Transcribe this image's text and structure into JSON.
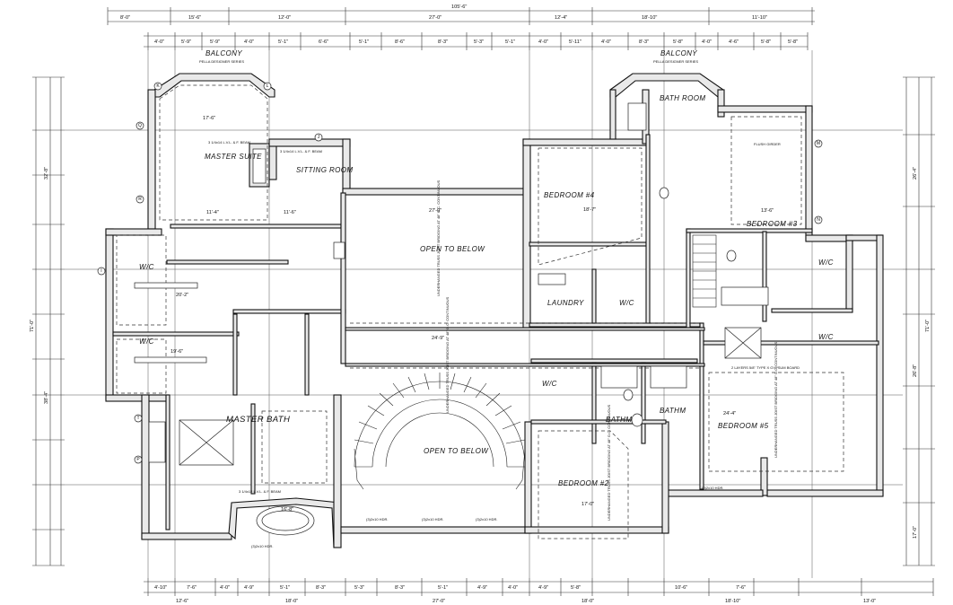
{
  "rooms": {
    "master_suite": "MASTER SUITE",
    "sitting_room": "SITTING ROOM",
    "open_to_below_top": "OPEN TO BELOW",
    "open_to_below_stair": "OPEN TO BELOW",
    "wic_1": "W/C",
    "wic_2": "W/C",
    "master_bath": "MASTER BATH",
    "bedroom_4": "BEDROOM #4",
    "bedroom_3": "BEDROOM #3",
    "bath_room": "BATH ROOM",
    "laundry": "LAUNDRY",
    "wic_3": "W/C",
    "wic_4": "W/C",
    "wic_5": "W/C",
    "wic_6": "W/C",
    "bathm_1": "BATHM",
    "bathm_2": "BATHM",
    "bedroom_2": "BEDROOM #2",
    "bedroom_5": "BEDROOM #5",
    "balcony_1": "BALCONY",
    "balcony_2": "BALCONY"
  },
  "dimensions": {
    "overall_top": "105'-6\"",
    "top_row": [
      "8'-0\"",
      "15'-6\"",
      "12'-0\"",
      "27'-0\"",
      "12'-4\"",
      "18'-10\"",
      "11'-10\""
    ],
    "top_sub": [
      "4'-0\"",
      "5'-9\"",
      "5'-9\"",
      "4'-0\"",
      "5'-1\"",
      "6'-6\"",
      "5'-1\"",
      "8'-6\"",
      "8'-3\"",
      "5'-3\"",
      "5'-1\"",
      "4'-0\"",
      "5'-11\"",
      "4'-0\"",
      "8'-3\"",
      "5'-8\"",
      "4'-0\"",
      "4'-6\"",
      "5'-8\"",
      "5'-8\""
    ],
    "bottom_sub": [
      "4'-10\"",
      "7'-6\"",
      "4'-0\"",
      "4'-9\"",
      "5'-1\"",
      "8'-3\"",
      "5'-3\"",
      "8'-3\"",
      "5'-1\"",
      "4'-9\"",
      "4'-0\"",
      "4'-9\"",
      "5'-8\"",
      "10'-6\"",
      "7'-6\""
    ],
    "bottom_row": [
      "12'-6\"",
      "18'-0\"",
      "27'-0\"",
      "18'-0\"",
      "18'-10\"",
      "13'-0\""
    ],
    "left_overall": "71'-0\"",
    "left_a": "32'-8\"",
    "left_b": "38'-4\"",
    "right_overall": "71'-0\"",
    "right_a": "26'-4\"",
    "right_b": "26'-8\"",
    "right_c": "17'-0\"",
    "stair_width": "24'-9\"",
    "room_w1": "17'-6\"",
    "room_w2": "11'-4\"",
    "room_w3": "11'-6\"",
    "room_w4": "27'-0\"",
    "room_w5": "18'-7\"",
    "room_w6": "17'-0\"",
    "room_w7": "24'-4\"",
    "room_w8": "20'-2\"",
    "room_w9": "19'-6\"",
    "room_w10": "13'-6\"",
    "room_w11": "16'-8\""
  },
  "notes": {
    "balcony_sub": "PELLA DESIGNER SERIES",
    "beam_1": "3 1/4x14 L.V.L. & F. BEAM",
    "beam_2": "3 1/4x14 L.V.L. & F. BEAM",
    "beam_3": "3 1/4x12 L.V.L. & F. BEAM",
    "header_1": "(3)2x10 HDR.",
    "header_2": "(3)2x10 HDR.",
    "header_3": "(3)2x10 HDR.",
    "header_4": "(3)2x10 HDR.",
    "header_5": "(3)2x10 HDR.",
    "truss": "UNDERHANGED TRUSS JOIST BRIDGING AT 48\" O.C. CONTINUOUS",
    "gypsum": "2 LAYERS 5/8\" TYPE X GYPSUM BOARD",
    "flush_girder": "FLUSH GIRDER"
  },
  "grid_bubbles": [
    "K",
    "L",
    "M",
    "N",
    "J",
    "I",
    "T",
    "P",
    "Q",
    "R"
  ]
}
